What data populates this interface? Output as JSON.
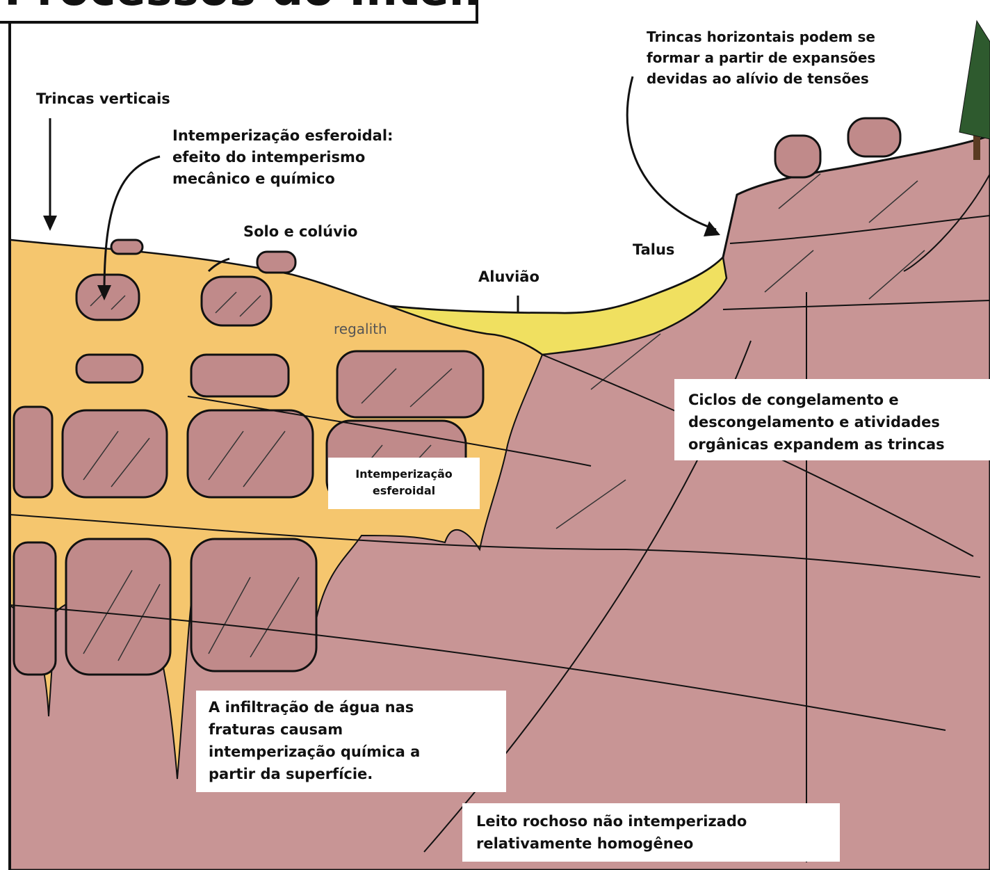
{
  "title": "Processos do Intemperismo",
  "labels": {
    "trincas_verticais": "Trincas verticais",
    "intemperizacao_esferoidal": [
      "Intemperização esferoidal:",
      "efeito do intemperismo",
      "mecânico e químico"
    ],
    "solo_coluvio": "Solo e colúvio",
    "aluviao": "Aluvião",
    "talus": "Talus",
    "regalith": "regalith",
    "trincas_horizontais": [
      "Trincas horizontais podem se",
      "formar a partir de expansões",
      "devidas ao alívio de tensões"
    ],
    "ciclos": [
      "Ciclos de congelamento e",
      "descongelamento e atividades",
      "orgânicas expandem as trincas"
    ],
    "intemp_esferoidal_small": [
      "Intemperização",
      "esferoidal"
    ],
    "infiltracao": [
      "A infiltração de água nas",
      "fraturas causam",
      "intemperização química a",
      "partir da superfície."
    ],
    "leito": [
      "Leito rochoso não intemperizado",
      "relativamente homogêneo"
    ]
  },
  "colors": {
    "bedrock": "#c89595",
    "regolith": "#f5c66e",
    "alluvium": "#f0e060",
    "ink": "#111111",
    "boulder": "#c08a8a",
    "tree": "#2e5a2e"
  }
}
